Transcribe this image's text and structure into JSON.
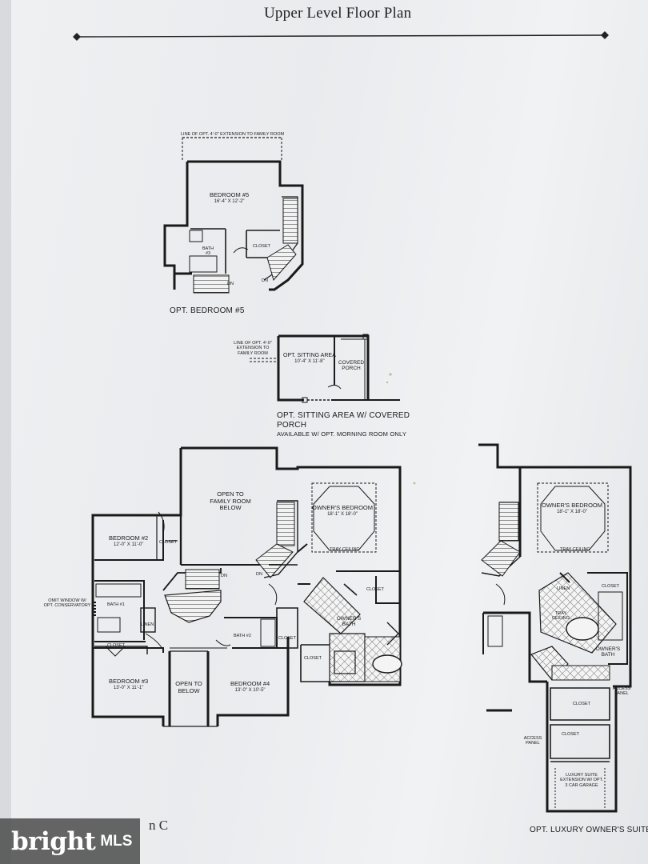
{
  "page_title": "Upper Level Floor Plan",
  "opt_bedroom5": {
    "caption": "OPT. BEDROOM #5",
    "extension_note": "LINE OF OPT. 4'-0\" EXTENSION TO FAMILY ROOM",
    "bedroom5_name": "BEDROOM #5",
    "bedroom5_dim": "16'-4\" X 12'-2\"",
    "closet": "CLOSET",
    "bath": "BATH #3",
    "dn1": "DN",
    "dn2": "DN"
  },
  "sitting_area": {
    "caption_line1": "OPT. SITTING AREA W/ COVERED",
    "caption_line2": "PORCH",
    "caption_line3": "AVAILABLE W/ OPT. MORNING ROOM ONLY",
    "extension_note": "LINE OF OPT. 4'-0\" EXTENSION TO FAMILY ROOM",
    "sitting_name": "OPT. SITTING AREA",
    "sitting_dim": "10'-4\" X 11'-8\"",
    "porch": "COVERED PORCH"
  },
  "main_plan": {
    "open_to_family": "OPEN TO FAMILY ROOM BELOW",
    "owners_bedroom": "OWNER'S BEDROOM",
    "owners_bedroom_dim": "18'-1\" X 18'-0\"",
    "tray_ceiling": "TRAY CEILING",
    "bedroom2": "BEDROOM #2",
    "bedroom2_dim": "12'-0\" X 11'-0\"",
    "closet": "CLOSET",
    "omit_window": "OMIT WINDOW W/ OPT. CONSERVATORY",
    "bath1": "BATH #1",
    "linen": "LINEN",
    "dn1": "DN",
    "dn2": "DN",
    "owners_bath": "OWNER'S BATH",
    "bath2": "BATH #2",
    "bedroom3": "BEDROOM #3",
    "bedroom3_dim": "13'-0\" X 11'-1\"",
    "open_to_below": "OPEN TO BELOW",
    "bedroom4": "BEDROOM #4",
    "bedroom4_dim": "13'-0\" X 10'-5\""
  },
  "luxury_plan": {
    "caption": "OPT. LUXURY OWNER'S SUITE",
    "owners_bedroom": "OWNER'S BEDROOM",
    "owners_bedroom_dim": "18'-1\" X 18'-0\"",
    "tray_ceiling": "TRAY CEILING",
    "linen": "LINEN",
    "closet": "CLOSET",
    "tray_ceiling_bath": "TRAY CEILING",
    "owners_bath": "OWNER'S BATH",
    "access_panel1": "ACCESS PANEL",
    "access_panel2": "ACCESS PANEL",
    "luxury_extension": "LUXURY SUITE EXTENSION W/ OPT. 3 CAR GARAGE"
  },
  "footer": {
    "logo_word": "bright",
    "logo_suffix": "MLS",
    "fragment": "n C"
  }
}
